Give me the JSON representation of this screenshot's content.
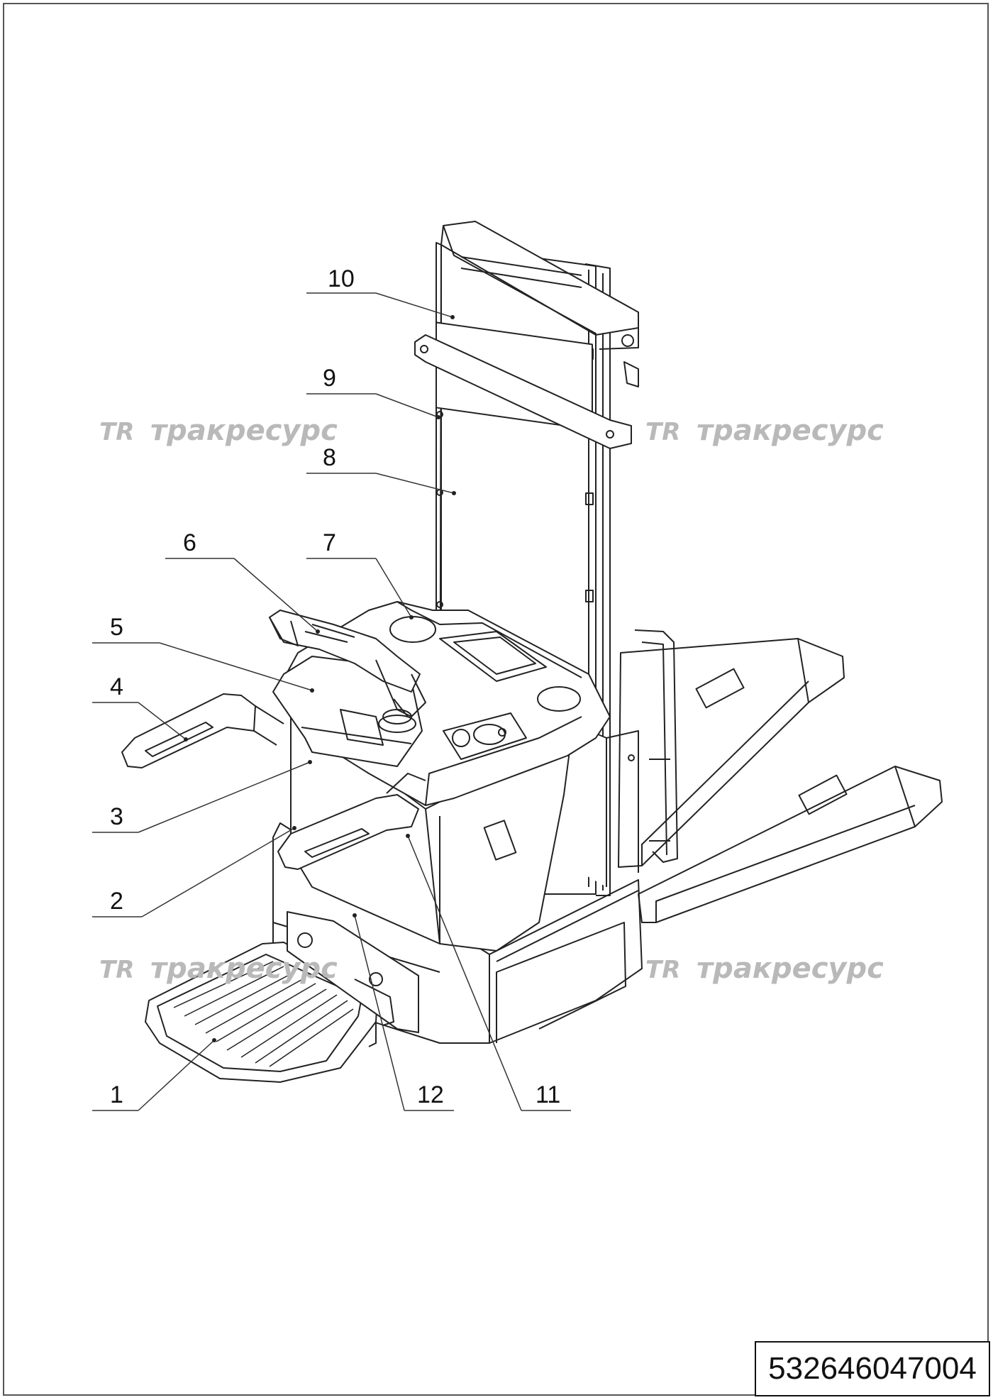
{
  "drawing": {
    "document_number": "532646047004",
    "watermark_text": "тракресурс",
    "watermark_logo": "TR",
    "callouts": [
      {
        "num": "1"
      },
      {
        "num": "2"
      },
      {
        "num": "3"
      },
      {
        "num": "4"
      },
      {
        "num": "5"
      },
      {
        "num": "6"
      },
      {
        "num": "7"
      },
      {
        "num": "8"
      },
      {
        "num": "9"
      },
      {
        "num": "10"
      },
      {
        "num": "11"
      },
      {
        "num": "12"
      }
    ]
  },
  "colors": {
    "line": "#222222",
    "watermark": "#b9b9b9",
    "frame": "#555555"
  }
}
